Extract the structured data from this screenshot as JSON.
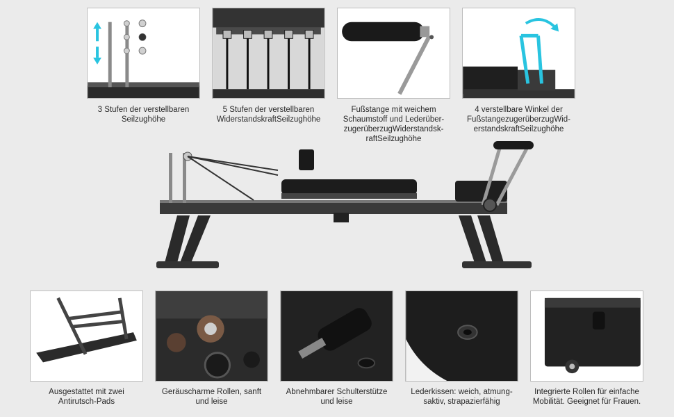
{
  "top_row": [
    {
      "caption": "3 Stufen der verstellbaren\nSeilzughöhe"
    },
    {
      "caption": "5 Stufen der verstellbaren\nWiderstandskraftSeilzughöhe"
    },
    {
      "caption": "Fußstange mit weichem\nSchaumstoff und Lederüber-\nzugerüberzugWiderstandsk-\nraftSeilzughöhe"
    },
    {
      "caption": "4 verstellbare Winkel der\nFußstangezugerüberzugWid-\nerstandskraftSeilzughöhe"
    }
  ],
  "bottom_row": [
    {
      "caption": "Ausgestattet mit zwei\nAntirutsch-Pads"
    },
    {
      "caption": "Geräuscharme Rollen, sanft\nund leise"
    },
    {
      "caption": "Abnehmbarer Schulterstütze\nund leise"
    },
    {
      "caption": "Lederkissen: weich, atmung-\nsaktiv, strapazierfähig"
    },
    {
      "caption": "Integrierte Rollen für einfache\nMobilität. Geeignet für Frauen."
    }
  ],
  "colors": {
    "background": "#ebebeb",
    "frame": "#3a3a3a",
    "cushion": "#1c1c1c",
    "arrow": "#29c4e0"
  },
  "icons": [
    "up-down-arrow-icon",
    "rotate-arrow-icon"
  ]
}
